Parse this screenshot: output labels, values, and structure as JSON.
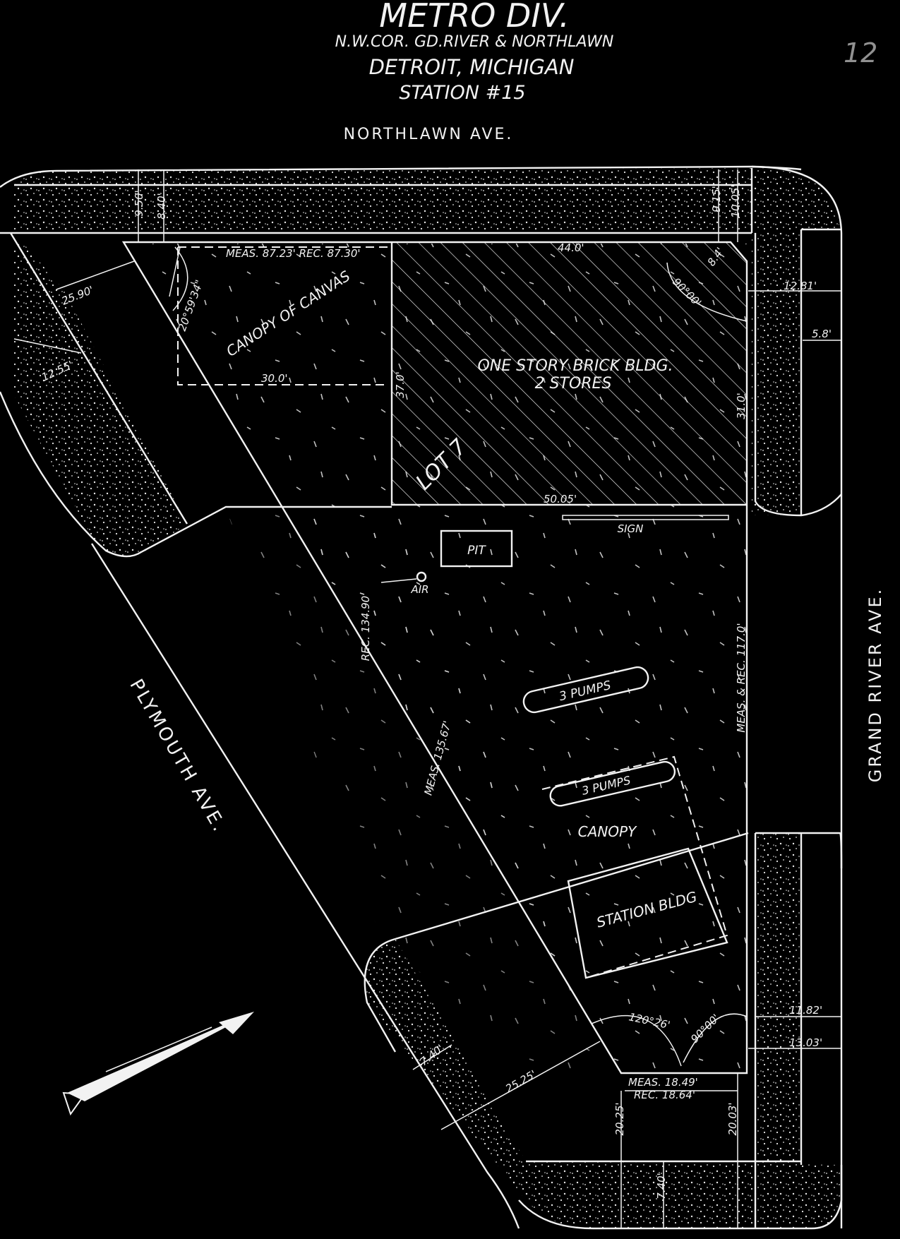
{
  "header": {
    "title": "METRO DIV.",
    "location_line": "N.W.COR. GD.RIVER & NORTHLAWN",
    "city": "DETROIT, MICHIGAN",
    "station": "STATION #15",
    "page_mark": "12"
  },
  "streets": {
    "north": "NORTHLAWN AVE.",
    "east": "GRAND RIVER AVE.",
    "west": "PLYMOUTH AVE."
  },
  "features": {
    "building": "ONE STORY BRICK BLDG.",
    "stores": "2 STORES",
    "lot": "LOT 7",
    "canvas_canopy": "CANOPY OF CANVAS",
    "pit": "PIT",
    "air": "AIR",
    "sign": "SIGN",
    "pumps_1": "3 PUMPS",
    "pumps_2": "3 PUMPS",
    "canopy": "CANOPY",
    "station_bldg": "STATION BLDG"
  },
  "dimensions": {
    "north_meas": "MEAS. 87.23'  REC. 87.30'",
    "bldg_top": "44.0'",
    "bldg_bottom": "50.05'",
    "bldg_left": "37.0'",
    "bldg_right": "31.0'",
    "corner_cut": "8.4'",
    "angle_ne": "90°00'",
    "angle_nw": "20°59'34\"",
    "canopy_width": "30.0'",
    "walk_nw_1": "9.50'",
    "walk_nw_2": "8.40'",
    "walk_ne_1": "9.15'",
    "walk_ne_2": "10.05'",
    "east_1": "12.81'",
    "east_2": "5.8'",
    "west_walk_1": "25.90'",
    "west_walk_2": "12.55'",
    "diag_rec": "REC. 134.90",
    "diag_meas": "MEAS. 135.67'",
    "east_meas": "MEAS. & REC. 117.0'",
    "angle_sw": "120°26'",
    "angle_se": "90°00'",
    "south_meas": "MEAS. 18.49'",
    "south_rec": "REC. 18.64'",
    "south_left": "20.25'",
    "south_right": "20.03'",
    "south_walk": "7.40'",
    "sw_walk_1": "7.40'",
    "sw_walk_2": "25.25'",
    "se_1": "11.82'",
    "se_2": "13.03'"
  }
}
